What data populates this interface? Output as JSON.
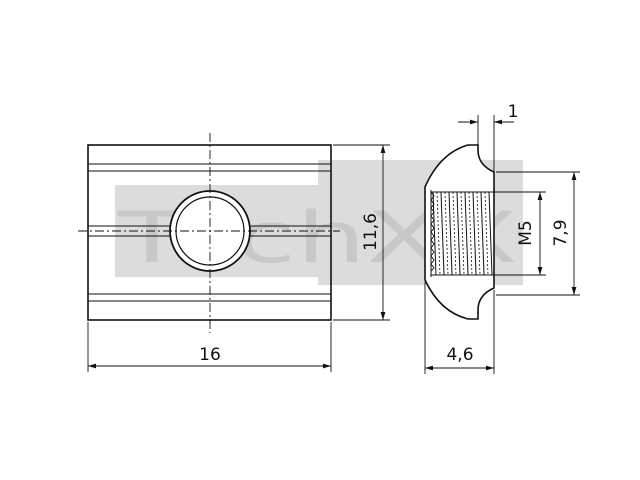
{
  "drawing": {
    "watermark": "TechXX",
    "dimensions": {
      "length": "16",
      "width": "11,6",
      "depth": "4,6",
      "step": "1",
      "thread": "M5",
      "head_height": "7,9"
    }
  },
  "colors": {
    "line": "#111111",
    "watermark": "#d2d2d2",
    "background": "#ffffff"
  }
}
